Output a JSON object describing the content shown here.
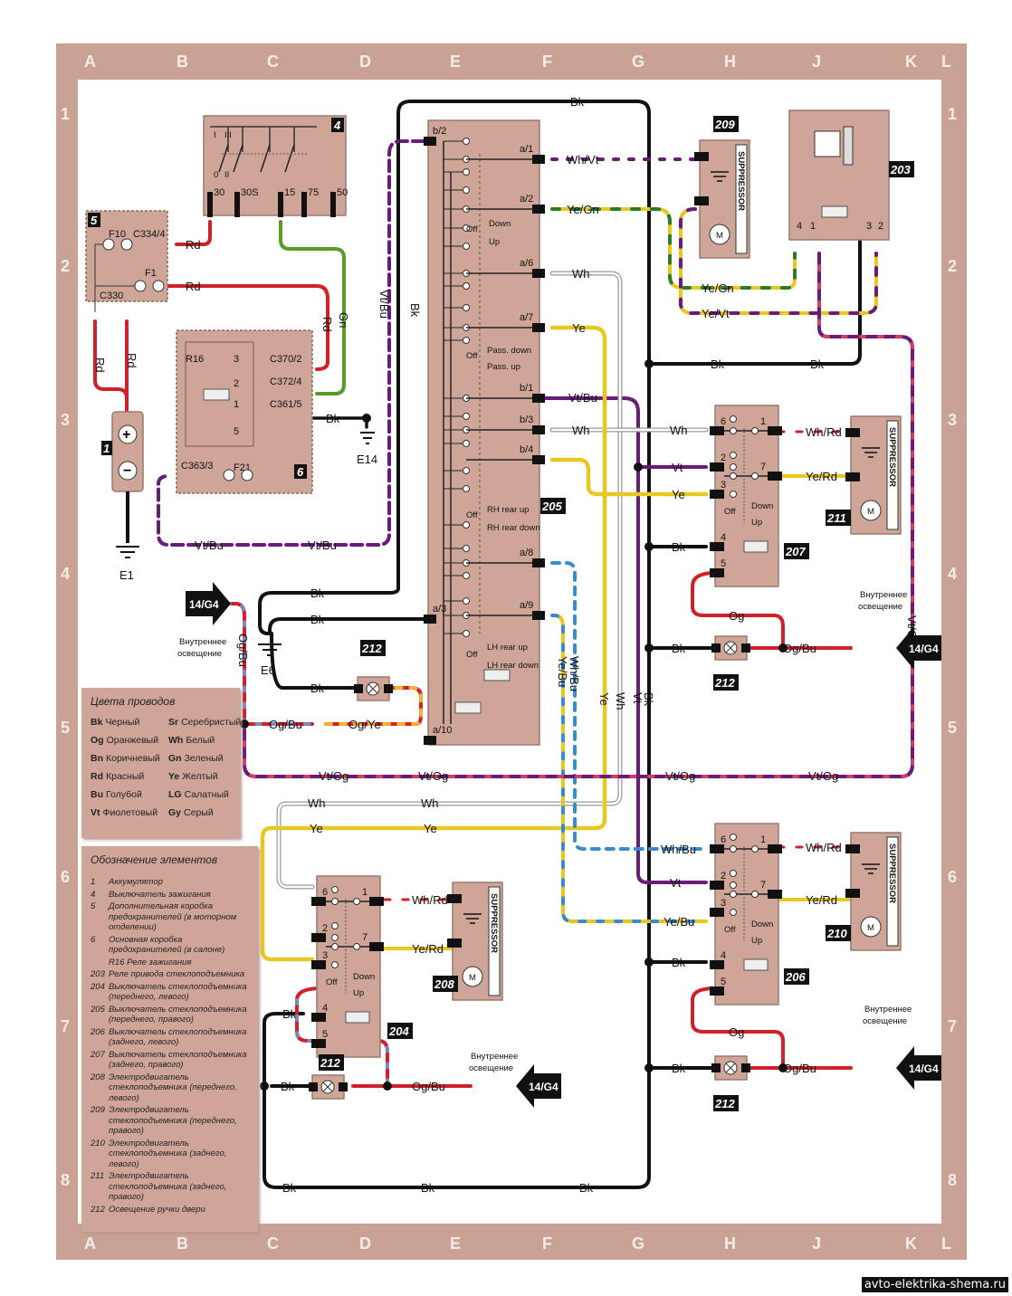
{
  "grid": {
    "columns": [
      "A",
      "B",
      "C",
      "D",
      "E",
      "F",
      "G",
      "H",
      "J",
      "K",
      "L"
    ],
    "rows": [
      "1",
      "2",
      "3",
      "4",
      "5",
      "6",
      "7",
      "8"
    ]
  },
  "watermark": "avto-elektrika-shema.ru",
  "wire_colors_legend": {
    "title": "Цвета проводов",
    "items": [
      {
        "code": "Bk",
        "name": "Черный"
      },
      {
        "code": "Sr",
        "name": "Серебристый"
      },
      {
        "code": "Og",
        "name": "Оранжевый"
      },
      {
        "code": "Wh",
        "name": "Белый"
      },
      {
        "code": "Bn",
        "name": "Коричневый"
      },
      {
        "code": "Gn",
        "name": "Зеленый"
      },
      {
        "code": "Rd",
        "name": "Красный"
      },
      {
        "code": "Ye",
        "name": "Желтый"
      },
      {
        "code": "Bu",
        "name": "Голубой"
      },
      {
        "code": "LG",
        "name": "Салатный"
      },
      {
        "code": "Vt",
        "name": "Фиолетовый"
      },
      {
        "code": "Gy",
        "name": "Серый"
      }
    ]
  },
  "components_legend": {
    "title": "Обозначение элементов",
    "items": [
      {
        "n": "1",
        "text": "Аккумулятор"
      },
      {
        "n": "4",
        "text": "Выключатель зажигания"
      },
      {
        "n": "5",
        "text": "Дополнительная коробка предохранителей (в моторном отделении)"
      },
      {
        "n": "6",
        "text": "Основная коробка предохранителей (в салоне)"
      },
      {
        "n": "",
        "text": "R16 Реле зажигания"
      },
      {
        "n": "203",
        "text": "Реле привода стеклоподъемника"
      },
      {
        "n": "204",
        "text": "Выключатель стеклоподъемника (переднего, левого)"
      },
      {
        "n": "205",
        "text": "Выключатель стеклоподъемника (переднего, правого)"
      },
      {
        "n": "206",
        "text": "Выключатель стеклоподъемника (заднего, левого)"
      },
      {
        "n": "207",
        "text": "Выключатель стеклоподъемника (заднего, правого)"
      },
      {
        "n": "208",
        "text": "Электродвигатель стеклоподъемника (переднего, левого)"
      },
      {
        "n": "209",
        "text": "Электродвигатель стеклоподъемника (переднего, правого)"
      },
      {
        "n": "210",
        "text": "Электродвигатель стеклоподъемника (заднего, левого)"
      },
      {
        "n": "211",
        "text": "Электродвигатель стеклоподъемника (заднего, правого)"
      },
      {
        "n": "212",
        "text": "Освещение ручки двери"
      }
    ]
  },
  "components": {
    "battery": {
      "tag": "1",
      "plus": "+",
      "minus": "−",
      "ground": "E1"
    },
    "ignition_switch": {
      "tag": "4",
      "positions": [
        "I",
        "III",
        "0",
        "II"
      ],
      "terminals": [
        "30",
        "30S",
        "15",
        "75",
        "50"
      ]
    },
    "aux_fusebox": {
      "tag": "5",
      "fuses": [
        "F10",
        "F1"
      ],
      "connectors": [
        "C334/4",
        "C330"
      ]
    },
    "main_fusebox": {
      "tag": "6",
      "relay": "R16",
      "pins": [
        "3",
        "2",
        "1",
        "5"
      ],
      "connectors": [
        "C370/2",
        "C372/4",
        "C361/5",
        "C363/3"
      ],
      "fuse": "F21",
      "ground": "E14"
    },
    "switch_205": {
      "tag": "205",
      "pins_left": [
        "b/2",
        "a/3",
        "a/10"
      ],
      "pins_right": [
        "a/1",
        "a/2",
        "a/6",
        "a/7",
        "b/1",
        "b/3",
        "b/4",
        "a/8",
        "a/9"
      ],
      "labels": {
        "off": "Off",
        "down": "Down",
        "up": "Up",
        "pass_down": "Pass. down",
        "pass_up": "Pass. up",
        "rh_up": "RH rear up",
        "rh_down": "RH rear down",
        "lh_up": "LH rear up",
        "lh_down": "LH rear down"
      }
    },
    "motor_209": {
      "tag": "209",
      "label": "SUPPRESSOR",
      "motor": "M"
    },
    "relay_203": {
      "tag": "203",
      "pins": [
        "4",
        "1",
        "3",
        "2"
      ]
    },
    "switch_207": {
      "tag": "207",
      "pins": [
        "6",
        "1",
        "2",
        "7",
        "3",
        "4",
        "5"
      ],
      "off": "Off",
      "down": "Down",
      "up": "Up"
    },
    "motor_211": {
      "tag": "211",
      "label": "SUPPRESSOR",
      "motor": "M"
    },
    "switch_206": {
      "tag": "206",
      "pins": [
        "6",
        "1",
        "2",
        "7",
        "3",
        "4",
        "5"
      ],
      "off": "Off",
      "down": "Down",
      "up": "Up"
    },
    "motor_210": {
      "tag": "210",
      "label": "SUPPRESSOR",
      "motor": "M"
    },
    "switch_204": {
      "tag": "204",
      "pins": [
        "6",
        "1",
        "2",
        "7",
        "3",
        "4",
        "5"
      ],
      "off": "Off",
      "down": "Down",
      "up": "Up"
    },
    "motor_208": {
      "tag": "208",
      "label": "SUPPRESSOR",
      "motor": "M"
    },
    "lamp_212": {
      "tag": "212"
    },
    "ground_e6": "E6",
    "ref_arrow": "14/G4",
    "interior_light_line1": "Внутреннее",
    "interior_light_line2": "освещение"
  },
  "wire_labels": {
    "Rd": "Rd",
    "Gn": "Gn",
    "Bk": "Bk",
    "VtBu": "Vt/Bu",
    "WhVt": "Wh/Vt",
    "YeGn": "Ye/Gn",
    "Wh": "Wh",
    "Ye": "Ye",
    "YeVt": "Ye/Vt",
    "VtOg": "Vt/Og",
    "OgBu": "Og/Bu",
    "OgYe": "Og/Ye",
    "Og": "Og",
    "WhRd": "Wh/Rd",
    "YeRd": "Ye/Rd",
    "Vt": "Vt",
    "WhBu": "Wh/Bu",
    "YeBu": "Ye/Bu"
  },
  "colors": {
    "frame": "#c9a294",
    "component": "#cfa598",
    "black": "#111111",
    "red": "#d0202a",
    "green": "#5a9a2a",
    "yellow": "#f0d020",
    "violet": "#6a1a78",
    "blue": "#3a8ad0",
    "white_wire": "#bbbbbb",
    "orange_wire": "#e0a030"
  }
}
